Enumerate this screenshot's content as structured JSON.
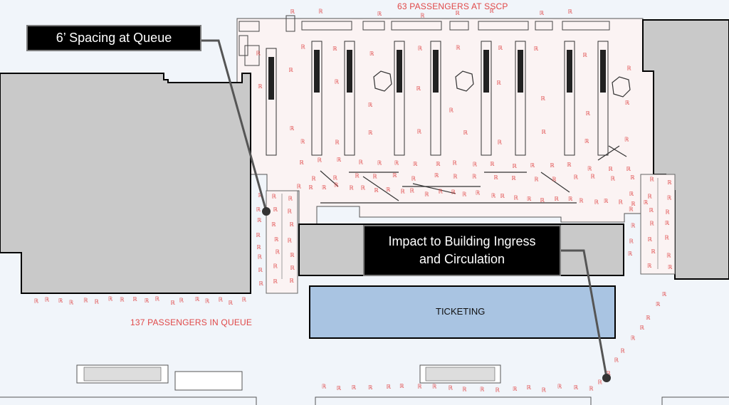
{
  "labels": {
    "sscp_count": "63 PASSENGERS AT SSCP",
    "queue_count": "137 PASSENGERS IN QUEUE",
    "ticketing": "TICKETING"
  },
  "callouts": {
    "spacing": "6’ Spacing at Queue",
    "impact_line1": "Impact to Building Ingress",
    "impact_line2": "and Circulation"
  },
  "colors": {
    "background": "#f1f5fa",
    "building_wall": "#c9c9c9",
    "checkpoint_floor": "#fbf3f3",
    "ticketing_fill": "#a9c4e2",
    "passenger": "#e04848",
    "callout_bg": "#000000"
  }
}
